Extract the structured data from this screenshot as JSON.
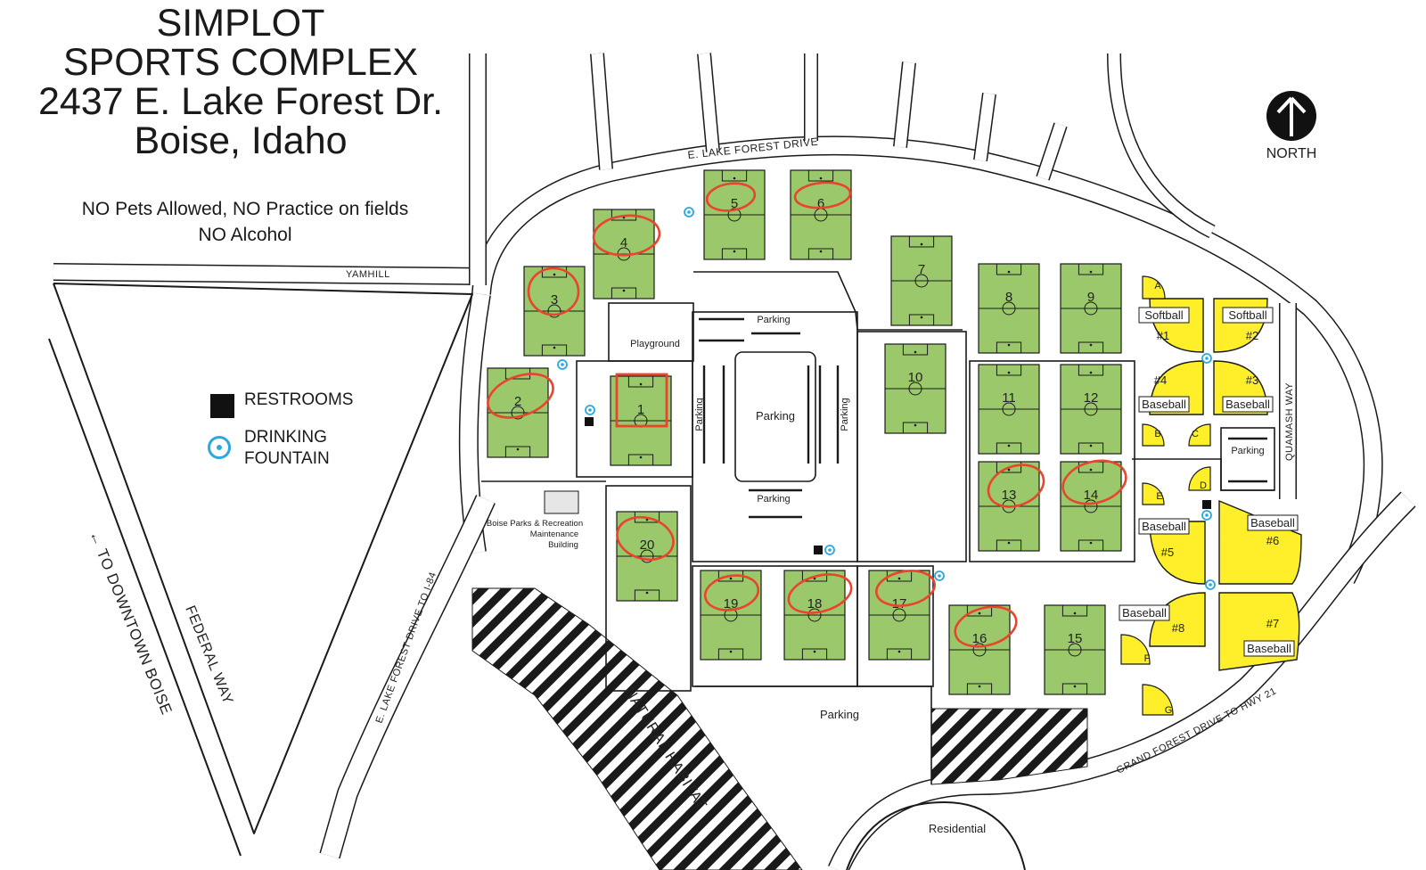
{
  "title": {
    "line1": "SIMPLOT",
    "line2": "SPORTS COMPLEX",
    "line3": "2437 E. Lake Forest Dr.",
    "line4": "Boise, Idaho"
  },
  "rules": {
    "line1": "NO Pets Allowed, NO Practice on fields",
    "line2": "NO Alcohol"
  },
  "legend": {
    "restrooms": "RESTROOMS",
    "fountain_line1": "DRINKING",
    "fountain_line2": "FOUNTAIN"
  },
  "north": "NORTH",
  "roads": {
    "lake_forest": "E. LAKE FOREST DRIVE",
    "yamhill": "YAMHILL",
    "federal": "FEDERAL WAY",
    "downtown": "← TO DOWNTOWN BOISE",
    "to_i84": "E. LAKE FOREST DRIVE TO I-84",
    "quamash": "QUAMASH WAY",
    "grand_forest": "GRAND FOREST DRIVE TO HWY 21",
    "natural_habitat": "NATURAL HABITAT"
  },
  "places": {
    "playground": "Playground",
    "parking": "Parking",
    "residential": "Residential",
    "maintenance_line1": "Boise Parks & Recreation",
    "maintenance_line2": "Maintenance",
    "maintenance_line3": "Building"
  },
  "fields": [
    "1",
    "2",
    "3",
    "4",
    "5",
    "6",
    "7",
    "8",
    "9",
    "10",
    "11",
    "12",
    "13",
    "14",
    "15",
    "16",
    "17",
    "18",
    "19",
    "20"
  ],
  "diamonds": {
    "softball": "Softball",
    "baseball": "Baseball",
    "d1": "#1",
    "d2": "#2",
    "d3": "#3",
    "d4": "#4",
    "d5": "#5",
    "d6": "#6",
    "d7": "#7",
    "d8": "#8",
    "a": "A",
    "b": "B",
    "c": "C",
    "d": "D",
    "e": "E",
    "f": "F",
    "g": "G"
  },
  "colors": {
    "field_green": "#9ac86a",
    "diamond_yellow": "#ffef2a",
    "highlight_red": "#e8452c",
    "fountain_blue": "#29a9e0"
  }
}
